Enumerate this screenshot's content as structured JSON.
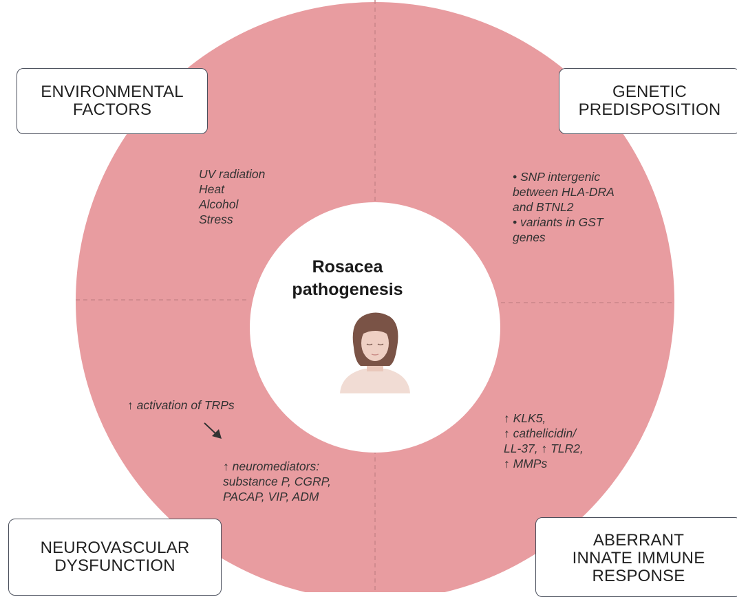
{
  "title": {
    "line1": "Rosacea",
    "line2": "pathogenesis"
  },
  "quadrants": {
    "environmental": {
      "heading": [
        "ENVIRONMENTAL",
        "FACTORS"
      ],
      "items": [
        "UV radiation",
        "Heat",
        "Alcohol",
        "Stress"
      ]
    },
    "genetic": {
      "heading": [
        "GENETIC",
        "PREDISPOSITION"
      ],
      "items": [
        "• SNP intergenic",
        "between HLA-DRA",
        "and BTNL2",
        "• variants in GST",
        "genes"
      ]
    },
    "neurovascular": {
      "heading": [
        "NEUROVASCULAR",
        "DYSFUNCTION"
      ],
      "trigger": "↑ activation of TRPs",
      "items": [
        "↑ neuromediators:",
        "substance P, CGRP,",
        "PACAP, VIP, ADM"
      ]
    },
    "immune": {
      "heading": [
        "ABERRANT",
        "INNATE IMMUNE",
        "RESPONSE"
      ],
      "items": [
        "↑ KLK5,",
        "↑ cathelicidin/",
        "LL-37, ↑ TLR2,",
        "↑ MMPs"
      ]
    }
  },
  "colors": {
    "ring": "#e89ca0",
    "divider": "#c98589",
    "center": "#ffffff",
    "box_border": "#4a4f5c"
  },
  "icons": {
    "center": "person-face-icon",
    "arrow": "diagonal-arrow-icon"
  }
}
